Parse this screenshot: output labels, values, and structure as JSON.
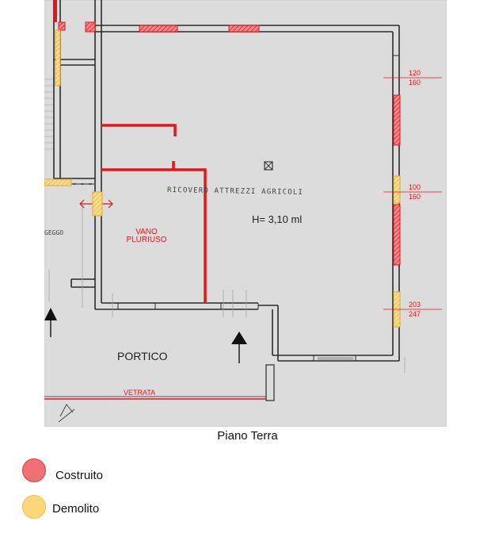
{
  "caption": "Piano Terra",
  "labels": {
    "room_main": "RICOVERO ATTREZZI AGRICOLI",
    "height": "H= 3,10 ml",
    "vano_line1": "VANO",
    "vano_line2": "PLURIUSO",
    "portico": "PORTICO",
    "vetrata": "VETRATA",
    "left_room_fragment": "GEGGO"
  },
  "dimensions": [
    {
      "top": "120",
      "bottom": "160"
    },
    {
      "top": "100",
      "bottom": "160"
    },
    {
      "top": "203",
      "bottom": "247"
    }
  ],
  "legend": [
    {
      "label": "Costruito",
      "fill": "#f07174",
      "stroke": "#e4393d"
    },
    {
      "label": "Demolito",
      "fill": "#fbd67a",
      "stroke": "#f1bf45"
    }
  ],
  "colors": {
    "built": "#e8141a",
    "demolished": "#f2c14e",
    "paper": "#dcdcdc",
    "wall": "#2b2b2b"
  }
}
